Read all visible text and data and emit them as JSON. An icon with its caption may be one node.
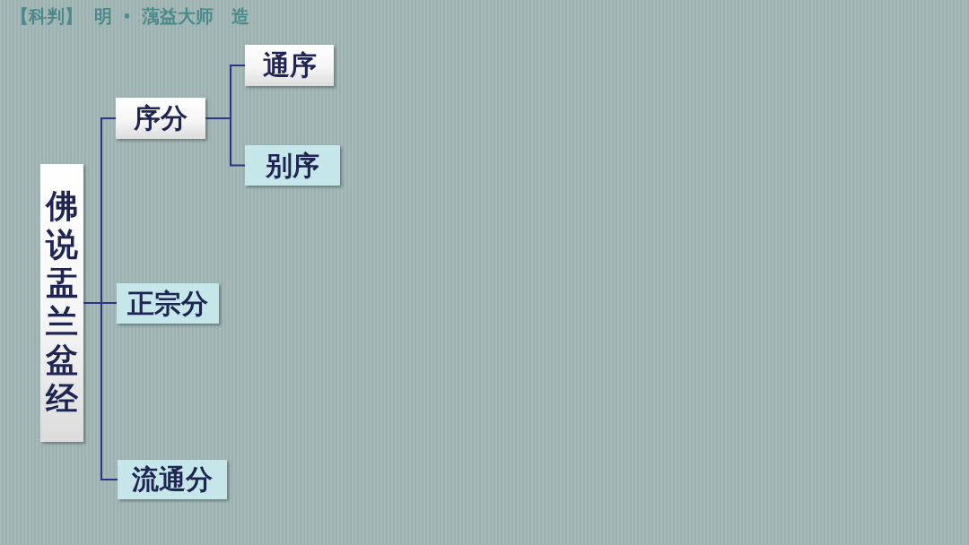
{
  "diagram": {
    "title": "【科判】 明 • 蕅益大师　造",
    "nodes": [
      {
        "text": [
          "佛说盂兰盆经"
        ]
      },
      {
        "text": [
          "序分"
        ]
      },
      {
        "text": [
          "通序"
        ]
      },
      {
        "text": [
          "别序"
        ]
      },
      {
        "text": [
          "正宗分"
        ]
      },
      {
        "text": [
          "流通分"
        ]
      }
    ],
    "edges": [
      {
        "from": 0,
        "to": 1,
        "arrow": "none"
      },
      {
        "from": 1,
        "to": 2,
        "arrow": "none"
      },
      {
        "from": 1,
        "to": 3,
        "arrow": "none"
      },
      {
        "from": 0,
        "to": 4,
        "arrow": "none"
      },
      {
        "from": 0,
        "to": 5,
        "arrow": "none"
      }
    ]
  }
}
